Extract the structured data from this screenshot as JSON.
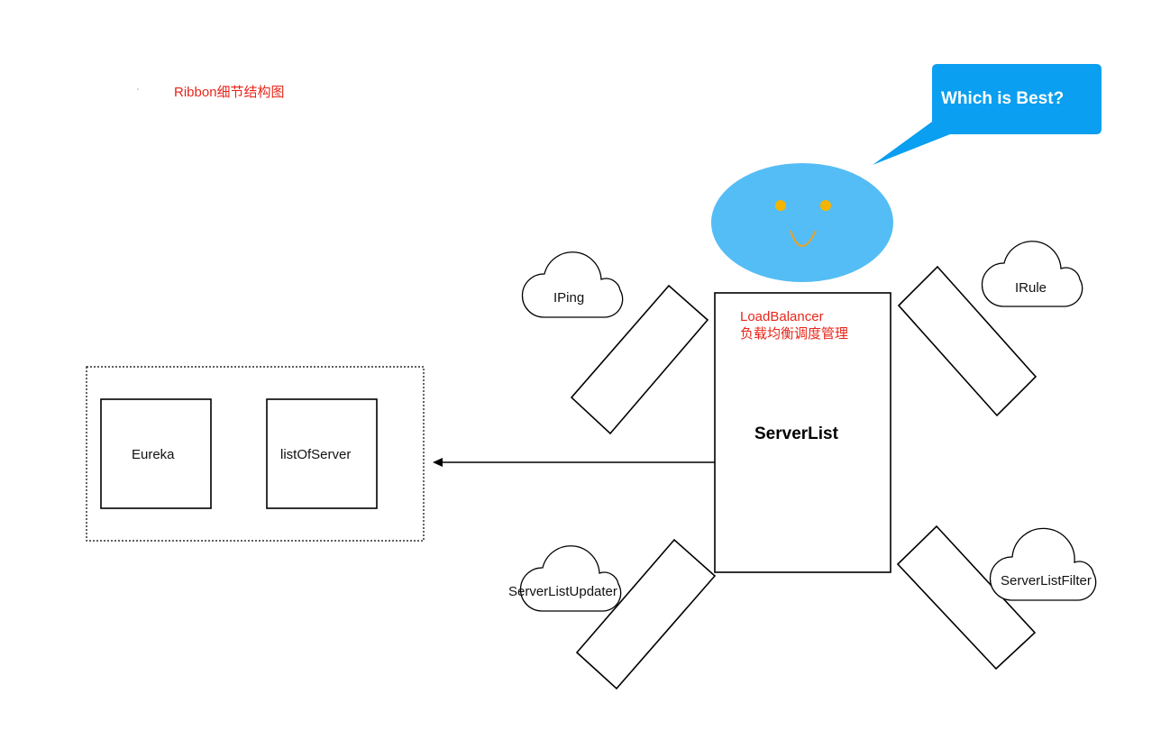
{
  "title": "Ribbon细节结构图",
  "left_group": {
    "box1_label": "Eureka",
    "box2_label": "listOfServer"
  },
  "load_balancer": {
    "title": "LoadBalancer",
    "subtitle": "负载均衡调度管理",
    "center_label": "ServerList"
  },
  "speech_bubble": {
    "text": "Which is Best?"
  },
  "clouds": {
    "iping": "IPing",
    "irule": "IRule",
    "server_list_updater": "ServerListUpdater",
    "server_list_filter": "ServerListFilter"
  },
  "colors": {
    "title_red": "#e8261b",
    "face_blue": "#55bdf5",
    "bubble_blue": "#0a9ff0",
    "eye_yellow": "#f5b400",
    "smile_orange": "#f0a020"
  }
}
